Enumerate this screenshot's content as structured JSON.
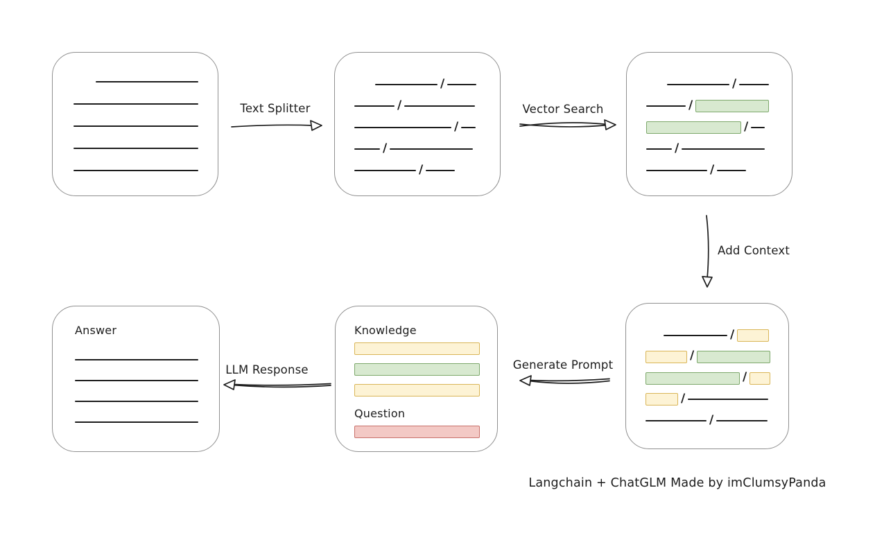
{
  "caption": "Langchain + ChatGLM Made by imClumsyPanda",
  "glyphs": {
    "slash": "/"
  },
  "colors": {
    "ink": "#1c1c1c",
    "box_border": "#8f8f8f",
    "green_fill": "#d8e9d0",
    "green_border": "#7da86b",
    "yellow_fill": "#fdf3d5",
    "yellow_border": "#d9b557",
    "red_fill": "#f3c9c5",
    "red_border": "#c8706a"
  },
  "arrow_labels": {
    "text_splitter": "Text Splitter",
    "vector_search": "Vector Search",
    "add_context": "Add Context",
    "generate_prompt": "Generate Prompt",
    "llm_response": "LLM Response"
  },
  "boxes": {
    "document": {
      "rows": [
        [
          {
            "t": "gap",
            "w": 32
          },
          {
            "t": "line",
            "w": 148
          }
        ],
        [
          {
            "t": "line",
            "w": 180
          }
        ],
        [
          {
            "t": "line",
            "w": 180
          }
        ],
        [
          {
            "t": "line",
            "w": 180
          }
        ],
        [
          {
            "t": "line",
            "w": 180
          }
        ]
      ]
    },
    "chunks": {
      "rows": [
        [
          {
            "t": "gap",
            "w": 30
          },
          {
            "t": "line",
            "w": 90
          },
          {
            "t": "slash"
          },
          {
            "t": "line",
            "w": 42
          }
        ],
        [
          {
            "t": "line",
            "w": 58
          },
          {
            "t": "slash"
          },
          {
            "t": "line",
            "w": 102
          }
        ],
        [
          {
            "t": "line",
            "w": 140
          },
          {
            "t": "slash"
          },
          {
            "t": "line",
            "w": 21
          }
        ],
        [
          {
            "t": "line",
            "w": 37
          },
          {
            "t": "slash"
          },
          {
            "t": "line",
            "w": 120
          }
        ],
        [
          {
            "t": "line",
            "w": 89
          },
          {
            "t": "slash"
          },
          {
            "t": "line",
            "w": 42
          }
        ]
      ]
    },
    "matched": {
      "rows": [
        [
          {
            "t": "gap",
            "w": 30
          },
          {
            "t": "line",
            "w": 90
          },
          {
            "t": "slash"
          },
          {
            "t": "line",
            "w": 43
          }
        ],
        [
          {
            "t": "line",
            "w": 57
          },
          {
            "t": "slash"
          },
          {
            "t": "green",
            "w": 104
          }
        ],
        [
          {
            "t": "green",
            "w": 135
          },
          {
            "t": "slash"
          },
          {
            "t": "line",
            "w": 20
          }
        ],
        [
          {
            "t": "line",
            "w": 37
          },
          {
            "t": "slash"
          },
          {
            "t": "line",
            "w": 120
          }
        ],
        [
          {
            "t": "line",
            "w": 88
          },
          {
            "t": "slash"
          },
          {
            "t": "line",
            "w": 42
          }
        ]
      ]
    },
    "context": {
      "rows": [
        [
          {
            "t": "gap",
            "w": 26
          },
          {
            "t": "line",
            "w": 92
          },
          {
            "t": "slash"
          },
          {
            "t": "yellow",
            "w": 44
          }
        ],
        [
          {
            "t": "yellow",
            "w": 58
          },
          {
            "t": "slash"
          },
          {
            "t": "green",
            "w": 104
          }
        ],
        [
          {
            "t": "green",
            "w": 134
          },
          {
            "t": "slash"
          },
          {
            "t": "yellow",
            "w": 28
          }
        ],
        [
          {
            "t": "yellow",
            "w": 45
          },
          {
            "t": "slash"
          },
          {
            "t": "line",
            "w": 116
          }
        ],
        [
          {
            "t": "line",
            "w": 88
          },
          {
            "t": "slash"
          },
          {
            "t": "line",
            "w": 74
          }
        ]
      ]
    },
    "prompt": {
      "rows": [
        [
          {
            "t": "heading",
            "text": "Knowledge"
          }
        ],
        [
          {
            "t": "yellow",
            "w": 179
          }
        ],
        [
          {
            "t": "green",
            "w": 179
          }
        ],
        [
          {
            "t": "yellow",
            "w": 179
          }
        ],
        [
          {
            "t": "heading",
            "text": "Question"
          }
        ],
        [
          {
            "t": "red",
            "w": 179
          }
        ]
      ]
    },
    "answer": {
      "rows": [
        [
          {
            "t": "heading",
            "text": "Answer"
          }
        ],
        [
          {
            "t": "line",
            "w": 178
          }
        ],
        [
          {
            "t": "line",
            "w": 178
          }
        ],
        [
          {
            "t": "line",
            "w": 178
          }
        ],
        [
          {
            "t": "line",
            "w": 178
          }
        ]
      ]
    }
  }
}
